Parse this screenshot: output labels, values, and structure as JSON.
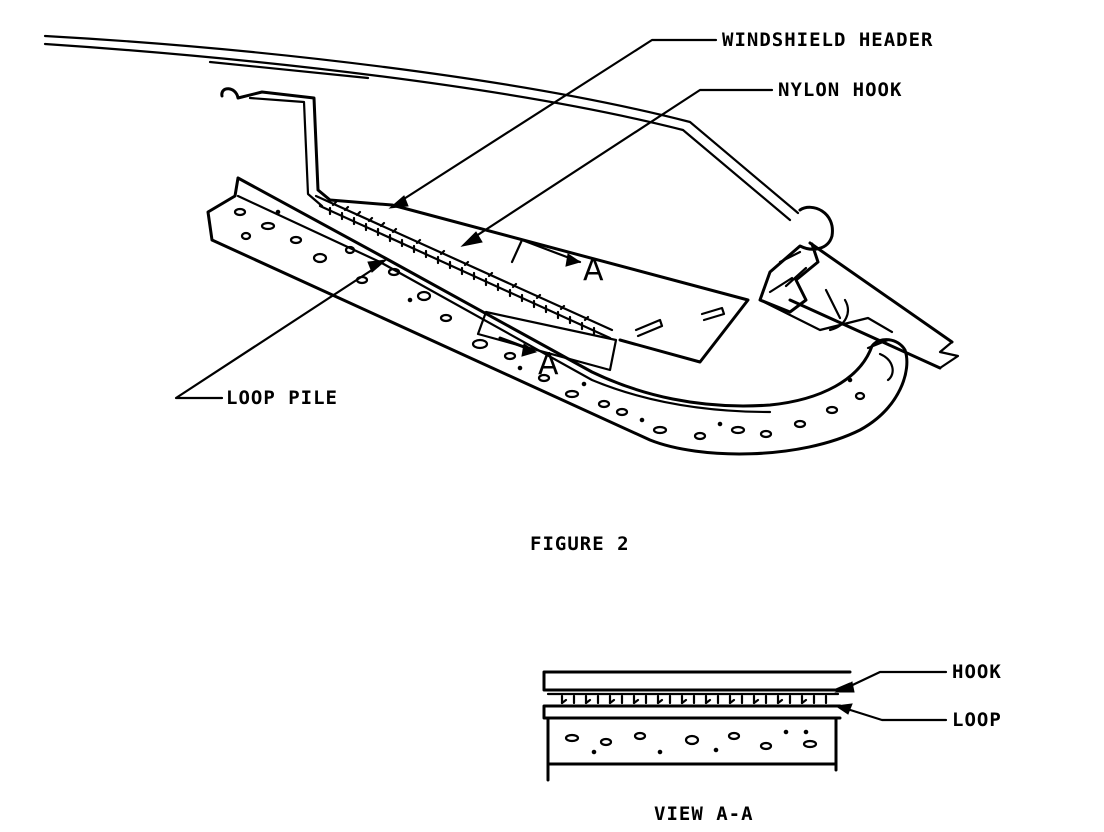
{
  "labels": {
    "windshield_header": "WINDSHIELD HEADER",
    "nylon_hook": "NYLON HOOK",
    "loop_pile": "LOOP PILE",
    "section_marker": "A",
    "figure_caption": "FIGURE 2",
    "hook": "HOOK",
    "loop": "LOOP",
    "view_caption": "VIEW A-A"
  }
}
